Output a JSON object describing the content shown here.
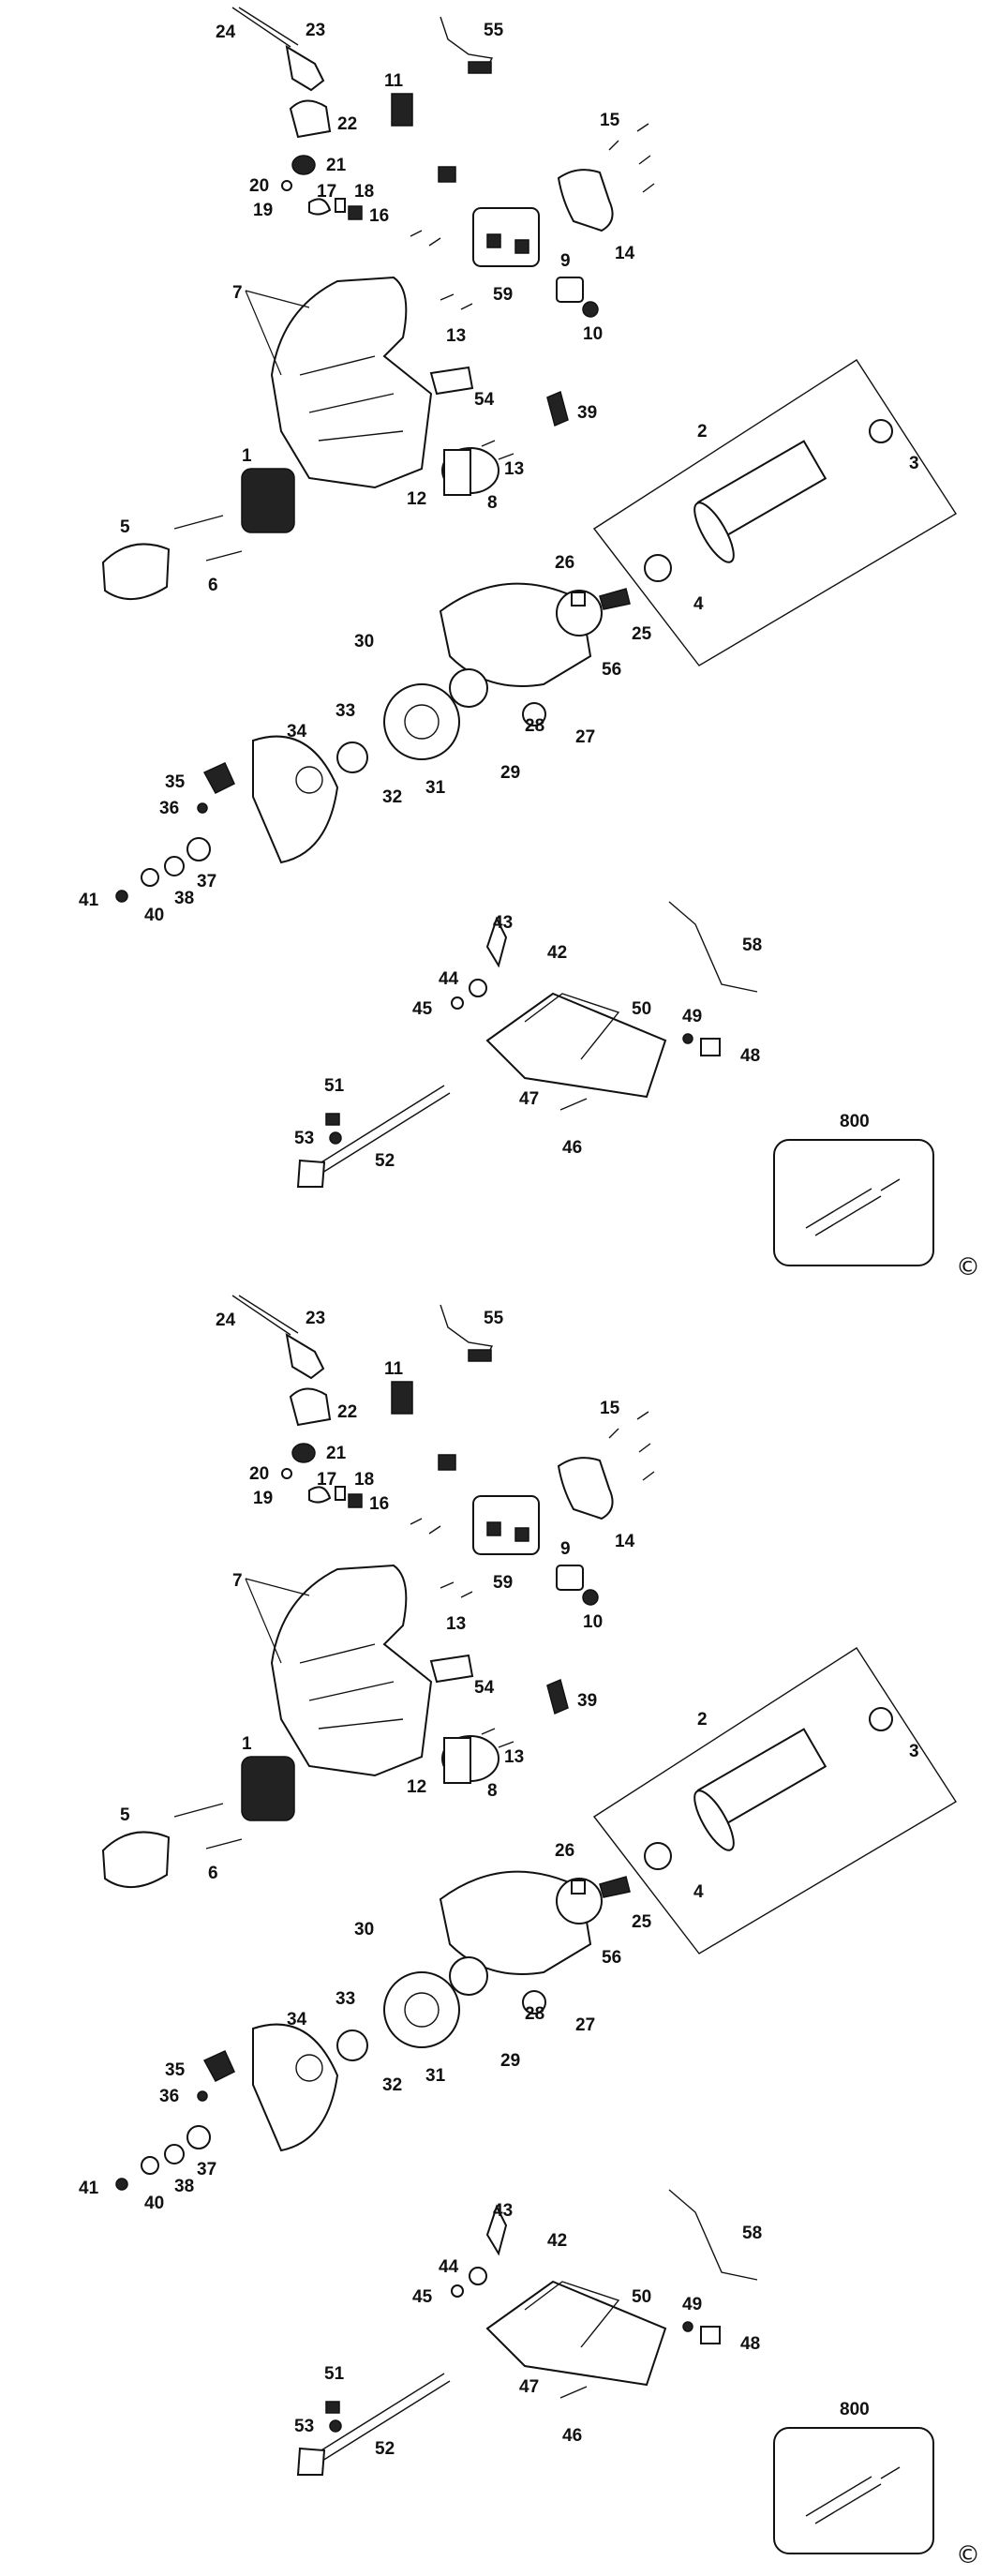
{
  "diagram": {
    "copyright_symbol": "©",
    "sheets": [
      {
        "part_numbers": [
          "24",
          "23",
          "55",
          "11",
          "22",
          "21",
          "20",
          "17",
          "18",
          "19",
          "16",
          "15",
          "14",
          "9",
          "59",
          "10",
          "7",
          "13",
          "54",
          "39",
          "1",
          "12",
          "13",
          "8",
          "2",
          "3",
          "5",
          "6",
          "26",
          "25",
          "4",
          "30",
          "56",
          "33",
          "34",
          "28",
          "27",
          "29",
          "32",
          "31",
          "35",
          "36",
          "37",
          "38",
          "41",
          "40",
          "43",
          "42",
          "58",
          "44",
          "45",
          "50",
          "49",
          "48",
          "51",
          "47",
          "53",
          "46",
          "52",
          "800"
        ]
      },
      {
        "part_numbers": [
          "24",
          "23",
          "55",
          "11",
          "22",
          "21",
          "20",
          "17",
          "18",
          "19",
          "16",
          "15",
          "14",
          "9",
          "59",
          "10",
          "7",
          "13",
          "54",
          "39",
          "1",
          "12",
          "13",
          "8",
          "2",
          "3",
          "5",
          "6",
          "26",
          "25",
          "4",
          "30",
          "56",
          "33",
          "34",
          "28",
          "27",
          "29",
          "32",
          "31",
          "35",
          "36",
          "37",
          "38",
          "41",
          "40",
          "43",
          "42",
          "58",
          "44",
          "45",
          "50",
          "49",
          "48",
          "51",
          "47",
          "53",
          "46",
          "52",
          "800"
        ]
      }
    ]
  }
}
